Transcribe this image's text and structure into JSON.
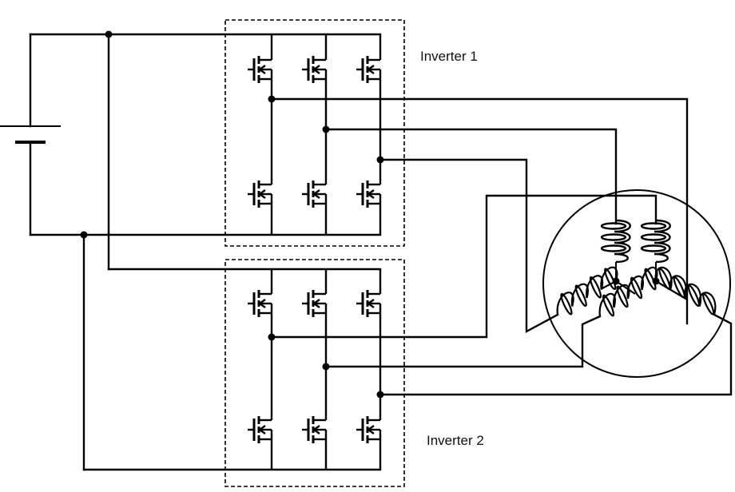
{
  "diagram": {
    "title": "Dual inverter open-end winding motor drive",
    "labels": {
      "inverter1": "Inverter 1",
      "inverter2": "Inverter 2"
    },
    "components": {
      "dc_source": "battery",
      "inverters": [
        {
          "name": "Inverter 1",
          "legs": 3,
          "switches_per_leg": 2,
          "switch_type": "MOSFET"
        },
        {
          "name": "Inverter 2",
          "legs": 3,
          "switches_per_leg": 2,
          "switch_type": "MOSFET"
        }
      ],
      "motor": {
        "type": "three-phase motor",
        "stator_windings": 3,
        "field_coils": 2
      }
    },
    "colors": {
      "line": "#000000",
      "background": "#ffffff"
    }
  }
}
